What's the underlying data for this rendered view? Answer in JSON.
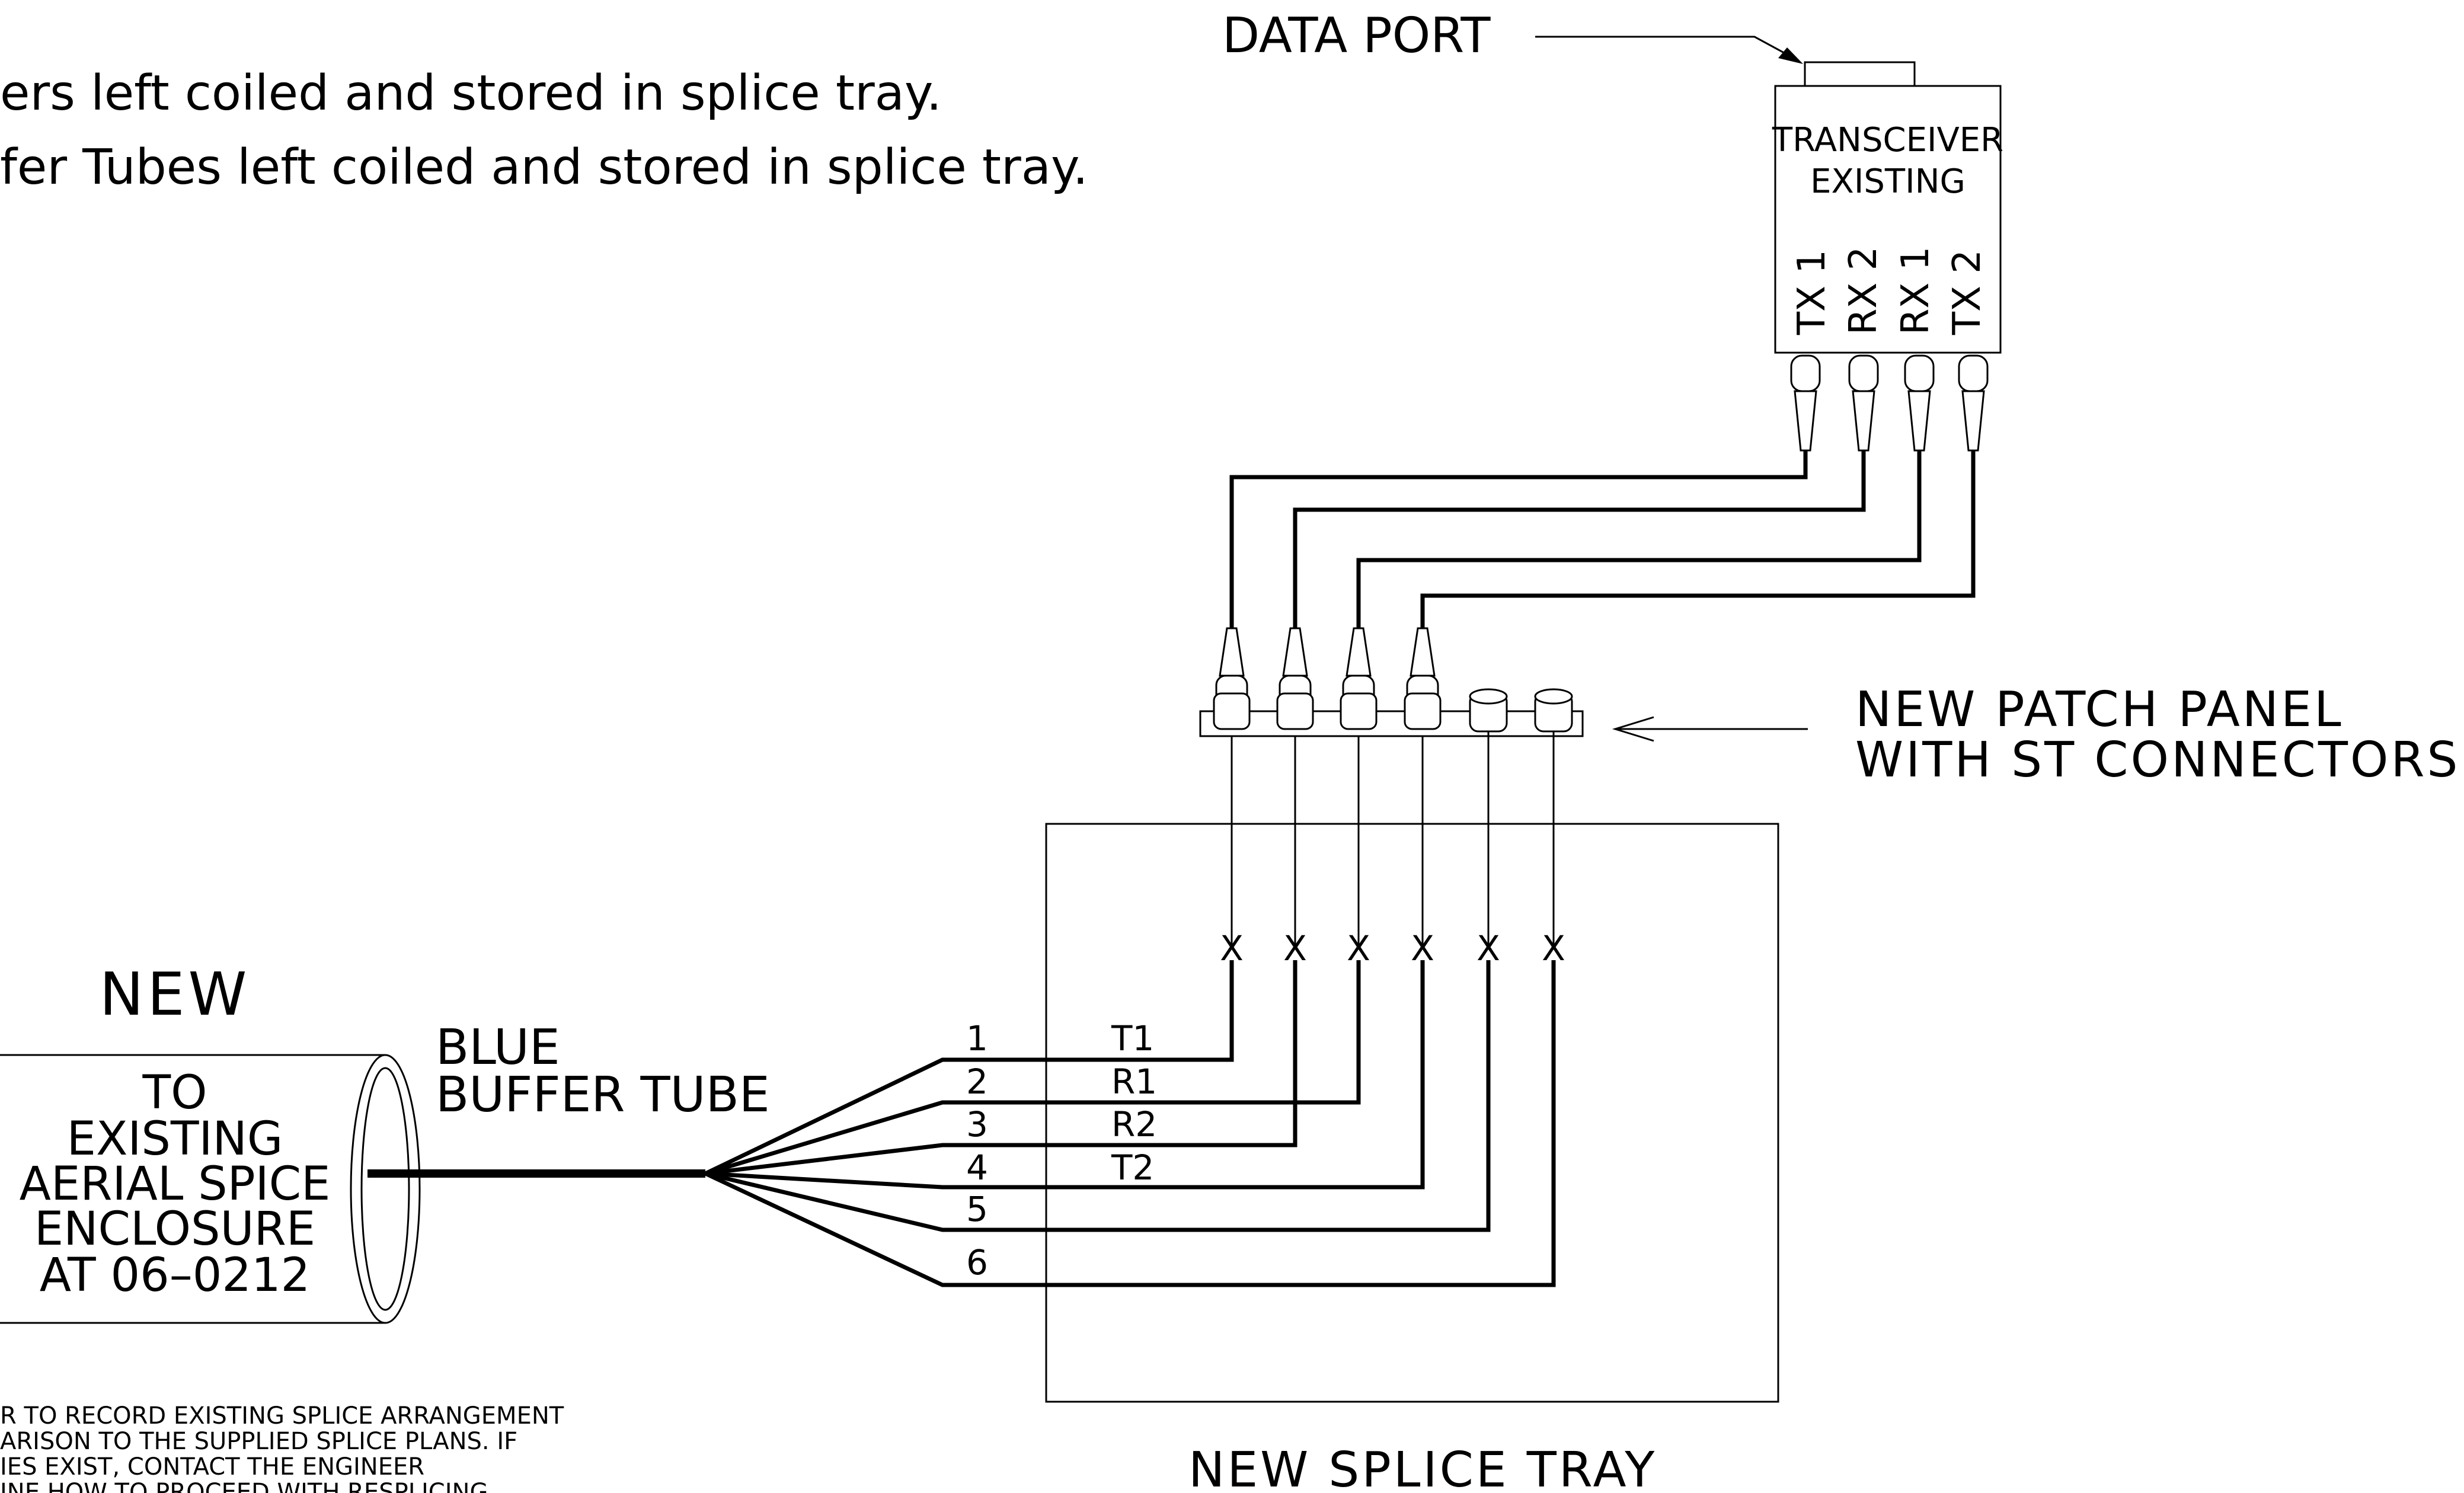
{
  "notes": {
    "line1": "ers left coiled and stored in splice tray.",
    "line2": "fer Tubes left coiled and stored in splice tray.",
    "bottom1": "R TO RECORD EXISTING SPLICE ARRANGEMENT",
    "bottom2": "ARISON TO THE SUPPLIED SPLICE PLANS. IF",
    "bottom3": "IES EXIST, CONTACT THE ENGINEER",
    "bottom4": "INE HOW TO PROCEED WITH RESPLICING"
  },
  "labels": {
    "data_port": "DATA PORT",
    "transceiver1": "TRANSCEIVER",
    "transceiver2": "EXISTING",
    "ports": [
      "TX 1",
      "RX 2",
      "RX 1",
      "TX 2"
    ],
    "patch_panel1": "NEW PATCH PANEL",
    "patch_panel2": "WITH ST CONNECTORS",
    "splice_tray": "NEW SPLICE TRAY",
    "new": "NEW",
    "cable": [
      "TO",
      "EXISTING",
      "AERIAL SPICE",
      "ENCLOSURE",
      "AT 06–0212"
    ],
    "blue": "BLUE",
    "buffer_tube": "BUFFER TUBE",
    "fiber_numbers": [
      "1",
      "2",
      "3",
      "4",
      "5",
      "6"
    ],
    "fiber_signals": [
      "T1",
      "R1",
      "R2",
      "T2"
    ],
    "splice_mark": "X"
  }
}
